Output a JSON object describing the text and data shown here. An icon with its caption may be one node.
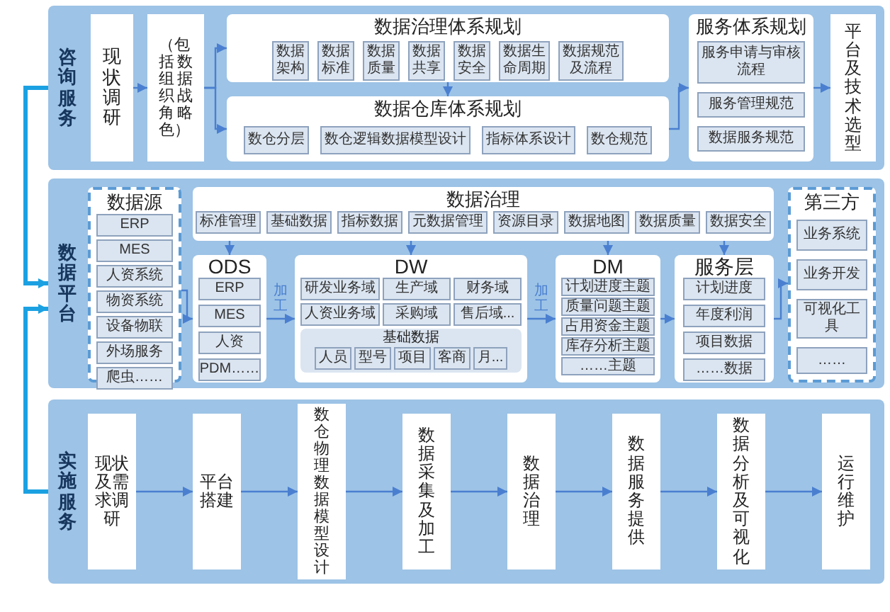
{
  "diagram": {
    "nodes": [
      {
        "text": [
          "咨询服务"
        ]
      },
      {
        "text": [
          "现状调研"
        ],
        "in": 0
      },
      {
        "text": [
          "数据战略",
          "（包括组织角色）"
        ],
        "in": 0
      },
      {
        "text": [
          "数据治理体系规划"
        ],
        "in": 0
      },
      {
        "text": [
          "数据架构"
        ],
        "in": 3
      },
      {
        "text": [
          "数据标准"
        ],
        "in": 3
      },
      {
        "text": [
          "数据质量"
        ],
        "in": 3
      },
      {
        "text": [
          "数据共享"
        ],
        "in": 3
      },
      {
        "text": [
          "数据安全"
        ],
        "in": 3
      },
      {
        "text": [
          "数据生命周期"
        ],
        "in": 3
      },
      {
        "text": [
          "数据规范及流程"
        ],
        "in": 3
      },
      {
        "text": [
          "数据仓库体系规划"
        ],
        "in": 0
      },
      {
        "text": [
          "数仓分层"
        ],
        "in": 11
      },
      {
        "text": [
          "数仓逻辑数据模型设计"
        ],
        "in": 11
      },
      {
        "text": [
          "指标体系设计"
        ],
        "in": 11
      },
      {
        "text": [
          "数仓规范"
        ],
        "in": 11
      },
      {
        "text": [
          "服务体系规划"
        ],
        "in": 0
      },
      {
        "text": [
          "服务申请与审核流程"
        ],
        "in": 16
      },
      {
        "text": [
          "服务管理规范"
        ],
        "in": 16
      },
      {
        "text": [
          "数据服务规范"
        ],
        "in": 16
      },
      {
        "text": [
          "平台及技术选型"
        ],
        "in": 0
      },
      {
        "text": [
          "数据平台"
        ]
      },
      {
        "text": [
          "数据源"
        ],
        "in": 21
      },
      {
        "text": [
          "ERP"
        ],
        "in": 22
      },
      {
        "text": [
          "MES"
        ],
        "in": 22
      },
      {
        "text": [
          "人资系统"
        ],
        "in": 22
      },
      {
        "text": [
          "物资系统"
        ],
        "in": 22
      },
      {
        "text": [
          "设备物联"
        ],
        "in": 22
      },
      {
        "text": [
          "外场服务"
        ],
        "in": 22
      },
      {
        "text": [
          "爬虫……"
        ],
        "in": 22
      },
      {
        "text": [
          "数据治理"
        ],
        "in": 21
      },
      {
        "text": [
          "标准管理"
        ],
        "in": 30
      },
      {
        "text": [
          "基础数据"
        ],
        "in": 30
      },
      {
        "text": [
          "指标数据"
        ],
        "in": 30
      },
      {
        "text": [
          "元数据管理"
        ],
        "in": 30
      },
      {
        "text": [
          "资源目录"
        ],
        "in": 30
      },
      {
        "text": [
          "数据地图"
        ],
        "in": 30
      },
      {
        "text": [
          "数据质量"
        ],
        "in": 30
      },
      {
        "text": [
          "数据安全"
        ],
        "in": 30
      },
      {
        "text": [
          "ODS"
        ],
        "in": 21
      },
      {
        "text": [
          "ERP"
        ],
        "in": 39
      },
      {
        "text": [
          "MES"
        ],
        "in": 39
      },
      {
        "text": [
          "人资"
        ],
        "in": 39
      },
      {
        "text": [
          "PDM……"
        ],
        "in": 39
      },
      {
        "text": [
          "DW"
        ],
        "in": 21
      },
      {
        "text": [
          "研发业务域"
        ],
        "in": 44
      },
      {
        "text": [
          "生产域"
        ],
        "in": 44
      },
      {
        "text": [
          "财务域"
        ],
        "in": 44
      },
      {
        "text": [
          "人资业务域"
        ],
        "in": 44
      },
      {
        "text": [
          "采购域"
        ],
        "in": 44
      },
      {
        "text": [
          "售后域..."
        ],
        "in": 44
      },
      {
        "text": [
          "基础数据"
        ],
        "in": 44
      },
      {
        "text": [
          "人员"
        ],
        "in": 51
      },
      {
        "text": [
          "型号"
        ],
        "in": 51
      },
      {
        "text": [
          "项目"
        ],
        "in": 51
      },
      {
        "text": [
          "客商"
        ],
        "in": 51
      },
      {
        "text": [
          "月..."
        ],
        "in": 51
      },
      {
        "text": [
          "DM"
        ],
        "in": 21
      },
      {
        "text": [
          "计划进度主题"
        ],
        "in": 57
      },
      {
        "text": [
          "质量问题主题"
        ],
        "in": 57
      },
      {
        "text": [
          "占用资金主题"
        ],
        "in": 57
      },
      {
        "text": [
          "库存分析主题"
        ],
        "in": 57
      },
      {
        "text": [
          "……主题"
        ],
        "in": 57
      },
      {
        "text": [
          "服务层"
        ],
        "in": 21
      },
      {
        "text": [
          "计划进度"
        ],
        "in": 63
      },
      {
        "text": [
          "年度利润"
        ],
        "in": 63
      },
      {
        "text": [
          "项目数据"
        ],
        "in": 63
      },
      {
        "text": [
          "……数据"
        ],
        "in": 63
      },
      {
        "text": [
          "第三方"
        ],
        "in": 21
      },
      {
        "text": [
          "业务系统"
        ],
        "in": 68
      },
      {
        "text": [
          "业务开发"
        ],
        "in": 68
      },
      {
        "text": [
          "可视化工具"
        ],
        "in": 68
      },
      {
        "text": [
          "……"
        ],
        "in": 68
      },
      {
        "text": [
          "实施服务"
        ]
      },
      {
        "text": [
          "现状及需求调研"
        ],
        "in": 73
      },
      {
        "text": [
          "平台搭建"
        ],
        "in": 73
      },
      {
        "text": [
          "数仓物理数据模型设计"
        ],
        "in": 73
      },
      {
        "text": [
          "数据采集及加工"
        ],
        "in": 73
      },
      {
        "text": [
          "数据治理"
        ],
        "in": 73
      },
      {
        "text": [
          "数据服务提供"
        ],
        "in": 73
      },
      {
        "text": [
          "数据分析及可视化"
        ],
        "in": 73
      },
      {
        "text": [
          "运行维护"
        ],
        "in": 73
      }
    ],
    "edges": [
      {
        "from": 1,
        "to": 2,
        "arrow": "to"
      },
      {
        "from": 2,
        "to": 3,
        "arrow": "to"
      },
      {
        "from": 2,
        "to": 11,
        "arrow": "to"
      },
      {
        "from": 3,
        "to": 11,
        "arrow": "to"
      },
      {
        "from": 11,
        "to": 16,
        "arrow": "to"
      },
      {
        "from": 16,
        "to": 20,
        "arrow": "to"
      },
      {
        "from": 0,
        "to": 21,
        "arrow": "to",
        "style": "thick",
        "color": "#1ba1e2"
      },
      {
        "from": 73,
        "to": 21,
        "arrow": "to",
        "style": "thick",
        "color": "#1ba1e2"
      },
      {
        "from": 22,
        "to": 39,
        "arrow": "to"
      },
      {
        "from": 39,
        "to": 44,
        "arrow": "to",
        "label": "加工"
      },
      {
        "from": 44,
        "to": 57,
        "arrow": "to",
        "label": "加工"
      },
      {
        "from": 57,
        "to": 63,
        "arrow": "to"
      },
      {
        "from": 63,
        "to": 68,
        "arrow": "to"
      },
      {
        "from": 30,
        "to": 39,
        "arrow": "to"
      },
      {
        "from": 30,
        "to": 44,
        "arrow": "to"
      },
      {
        "from": 30,
        "to": 57,
        "arrow": "to"
      },
      {
        "from": 30,
        "to": 63,
        "arrow": "to"
      },
      {
        "from": 74,
        "to": 75,
        "arrow": "to"
      },
      {
        "from": 75,
        "to": 76,
        "arrow": "to"
      },
      {
        "from": 76,
        "to": 77,
        "arrow": "to"
      },
      {
        "from": 77,
        "to": 78,
        "arrow": "to"
      },
      {
        "from": 78,
        "to": 79,
        "arrow": "to"
      },
      {
        "from": 79,
        "to": 80,
        "arrow": "to"
      },
      {
        "from": 80,
        "to": 81,
        "arrow": "to"
      }
    ]
  }
}
